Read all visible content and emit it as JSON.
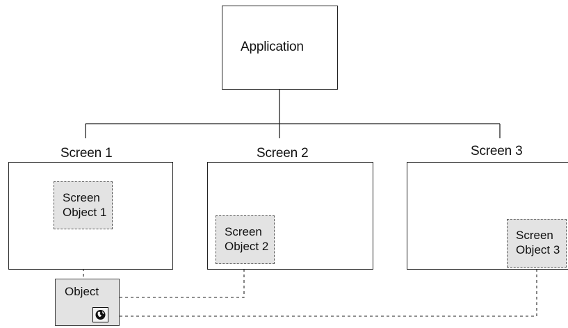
{
  "diagram": {
    "application_label": "Application",
    "screens": [
      {
        "label": "Screen 1",
        "object_lines": [
          "Screen",
          "Object 1"
        ]
      },
      {
        "label": "Screen 2",
        "object_lines": [
          "Screen",
          "Object 2"
        ]
      },
      {
        "label": "Screen 3",
        "object_lines": [
          "Screen",
          "Object 3"
        ]
      }
    ],
    "object_label": "Object",
    "object_icon": "globe-icon"
  }
}
